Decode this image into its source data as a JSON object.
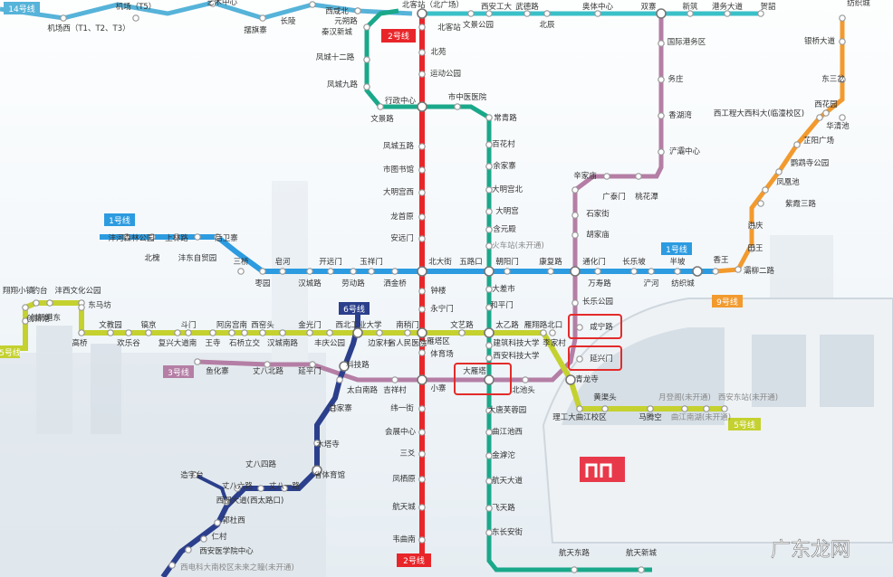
{
  "map": {
    "watermark": "广东龙网",
    "line_labels": {
      "l14": "14号线",
      "l2_top": "2号线",
      "l2_bottom": "2号线",
      "l1_west": "1号线",
      "l1_east": "1号线",
      "l6": "6号线",
      "l3": "3号线",
      "l9": "9号线",
      "l5_east": "5号线",
      "l5_west": "5号线"
    },
    "colors": {
      "line1": "#2c9be0",
      "line2": "#e8262a",
      "line3": "#b47ea5",
      "line4": "#1aa88a",
      "line5": "#c4d12f",
      "line6": "#2b3f8c",
      "line9": "#f29a2e",
      "line14": "#56b3d9",
      "highlight": "#e32b2b"
    },
    "stations": {
      "jichang_t5": "机场（T5）",
      "jichangxi": "机场西（T1、T2、T3）",
      "yishuzhongxin": "艺术中心",
      "baiqizhai": "摆旗寨",
      "changling": "长陵",
      "qinhanxincheng": "秦汉新城",
      "xixianbei": "西咸北",
      "yuanshuolu": "元朔路",
      "beikezhan_top": "北客站（北广场）",
      "beikezhan": "北客站",
      "xiangongda": "西安工大",
      "wenjinglu_top": "武德路",
      "wenjingpark": "文景公园",
      "beichen": "北辰",
      "aotizhongxin": "奥体中心",
      "shuangzhai": "双寨",
      "xinzhu": "新筑",
      "gangwuda": "港务大道",
      "baqiao": "贺韶",
      "fengcheng12": "凤城十二路",
      "fengcheng9": "凤城九路",
      "beiyuan": "北苑",
      "yundongpark": "运动公园",
      "xingzhengzx": "行政中心",
      "wenjinglu": "文景路",
      "shizhengfu": "市中医医院",
      "changqinglu": "常青路",
      "fengcheng5": "凤城五路",
      "shitushuguan": "市图书馆",
      "damingong_xi": "大明宫西",
      "longshouyuan": "龙首原",
      "anyuanmen": "安远门",
      "baihuacun": "百花村",
      "yujiazhai": "余家寨",
      "damingongbei": "大明宫北",
      "damingong": "大明宫",
      "hanyuandian": "含元殿",
      "huochezhan": "火车站(未开通)",
      "guojigangwuqu": "国际港务区",
      "wuqiu": "务庄",
      "xiangwangwan": "香湖湾",
      "chanbazhongxin": "浐灞中心",
      "xijiayuan": "辛家庙",
      "guangtaimen": "广泰门",
      "taohuatan": "桃花潭",
      "shijiajie": "石家街",
      "hujiamiao": "胡家庙",
      "tonghuamen": "通化门",
      "wanshoulu": "万寿路",
      "changlepark": "长乐公园",
      "xianninglu": "咸宁路",
      "yanxingmen": "延兴门",
      "qinglongsi": "青龙寺",
      "fenghejia": "沣河森林公园",
      "beichi": "北槐",
      "shangling": "上林路",
      "fengdongzimao": "沣东自贸园",
      "houweizhai": "后卫寨",
      "sanqiao": "三桥",
      "zaoyuan": "枣园",
      "zaoyuan2": "皂河",
      "kaiyuanmen": "开远门",
      "hanchenglu": "汉城路",
      "laodonglu": "劳动路",
      "yuxiangmen": "玉祥门",
      "saijingqiao": "洒金桥",
      "beidajie": "北大街",
      "wulukou": "五路口",
      "chaoyangmen": "朝阳门",
      "kangfulu": "康复路",
      "changlepo": "长乐坡",
      "banpo": "半坡",
      "fangzhicheng": "纺织城",
      "xiangwang": "香王",
      "bajiao": "浐河",
      "zhonglou": "钟楼",
      "yongningmen": "永宁门",
      "dachaishi": "大差市",
      "hepingmen": "和平门",
      "dongshan": "东三岔",
      "yinqiao": "银桥大道",
      "fangqiao": "纺织城",
      "xihuayuan": "西花园",
      "huaqingchi": "华清池",
      "gongda": "西工程大西科大(临潼校区)",
      "zhengyanggc": "芷阳广场",
      "exiang": "鹦鹉寺公园",
      "fengtalu": "凤凰池",
      "zijing3": "紫霞三路",
      "hongqing": "洪庆",
      "tianwang": "田王",
      "chanliu2": "灞柳二路",
      "chuangxingang": "创新港",
      "chuangxingangdong": "创新港东",
      "fengxiangzhen": "翔翔小镇",
      "diaotai": "钓台",
      "fengximadu": "沣西文化公园",
      "dongmafang": "东马坊",
      "gaoqiao": "高桥",
      "wenjiaoyuan": "文教园",
      "huanlegu": "欢乐谷",
      "jingjing": "镐京",
      "doumen": "斗门",
      "fuxingdadao": "复兴大道南",
      "wangsi": "王寺",
      "afanggong": "阿房宫南",
      "shiqiaolijiao": "石桥立交",
      "xiyaotou": "西窑头",
      "hanchengnan": "汉城南路",
      "jinguangmen": "金光门",
      "fengqingpark": "丰庆公园",
      "xigongye": "西北工业大学",
      "biancunyu": "边家村",
      "shengrenmin": "省人民医院",
      "nanshaomen": "南稍门",
      "wenyilu": "文艺路",
      "taiyilu": "太乙路",
      "yanxiangbei": "雁翔路北口",
      "lijiacun": "李家村",
      "jianzhukeji": "建筑科技大学",
      "xiankeji": "西安科技大学",
      "tiyuchang": "体育场",
      "yataqu": "雁塔区",
      "yuhuazhai": "鱼化寨",
      "zhangbalu": "丈八北路",
      "yanpingmen": "延平门",
      "kejilu": "科技路",
      "taibainanlu": "太白南路",
      "jixiangcun": "吉祥村",
      "xiaozhai": "小寨",
      "dayanta": "大雁塔",
      "beichitou": "北池头",
      "ganjiazhai": "甘家寨",
      "weiyijie": "纬一街",
      "huizhanzhongxin": "会展中心",
      "sanyao": "三爻",
      "fengqiyuan": "凤栖原",
      "hangtiancheng": "航天城",
      "weiqunan": "韦曲南",
      "dongtangfurong": "大唐芙蓉园",
      "qujiangchi": "曲江池西",
      "jinhutuo": "金滹沱",
      "hangtiandadao": "航天大道",
      "feitianlu": "飞天路",
      "dongchangan": "东长安街",
      "hangtiandonglu": "航天东路",
      "hangtianxincheng": "航天新城",
      "huangqutou": "黄渠头",
      "ligongdaqujiang": "理工大曲江校区",
      "madengkong": "马腾空",
      "yuedeng": "月登阁(未开通)",
      "xianqiudong": "西安东站(未开通)",
      "langji": "曲江南湖(未开通)",
      "mutasi": "木塔寺",
      "shengtiyuguan": "省体育馆",
      "zaozitai": "造字台",
      "zhangbasilu": "丈八四路",
      "zhangbaliulu": "丈八六路",
      "zhangbayilu": "丈八一路",
      "xibutiyu": "西部大道(西太路口)",
      "guodumu": "郭杜西",
      "renchun": "仁村",
      "yikedaxue": "西安医学院中心",
      "xidianke": "西电科大南校区未来之瞳(未开通)"
    }
  }
}
